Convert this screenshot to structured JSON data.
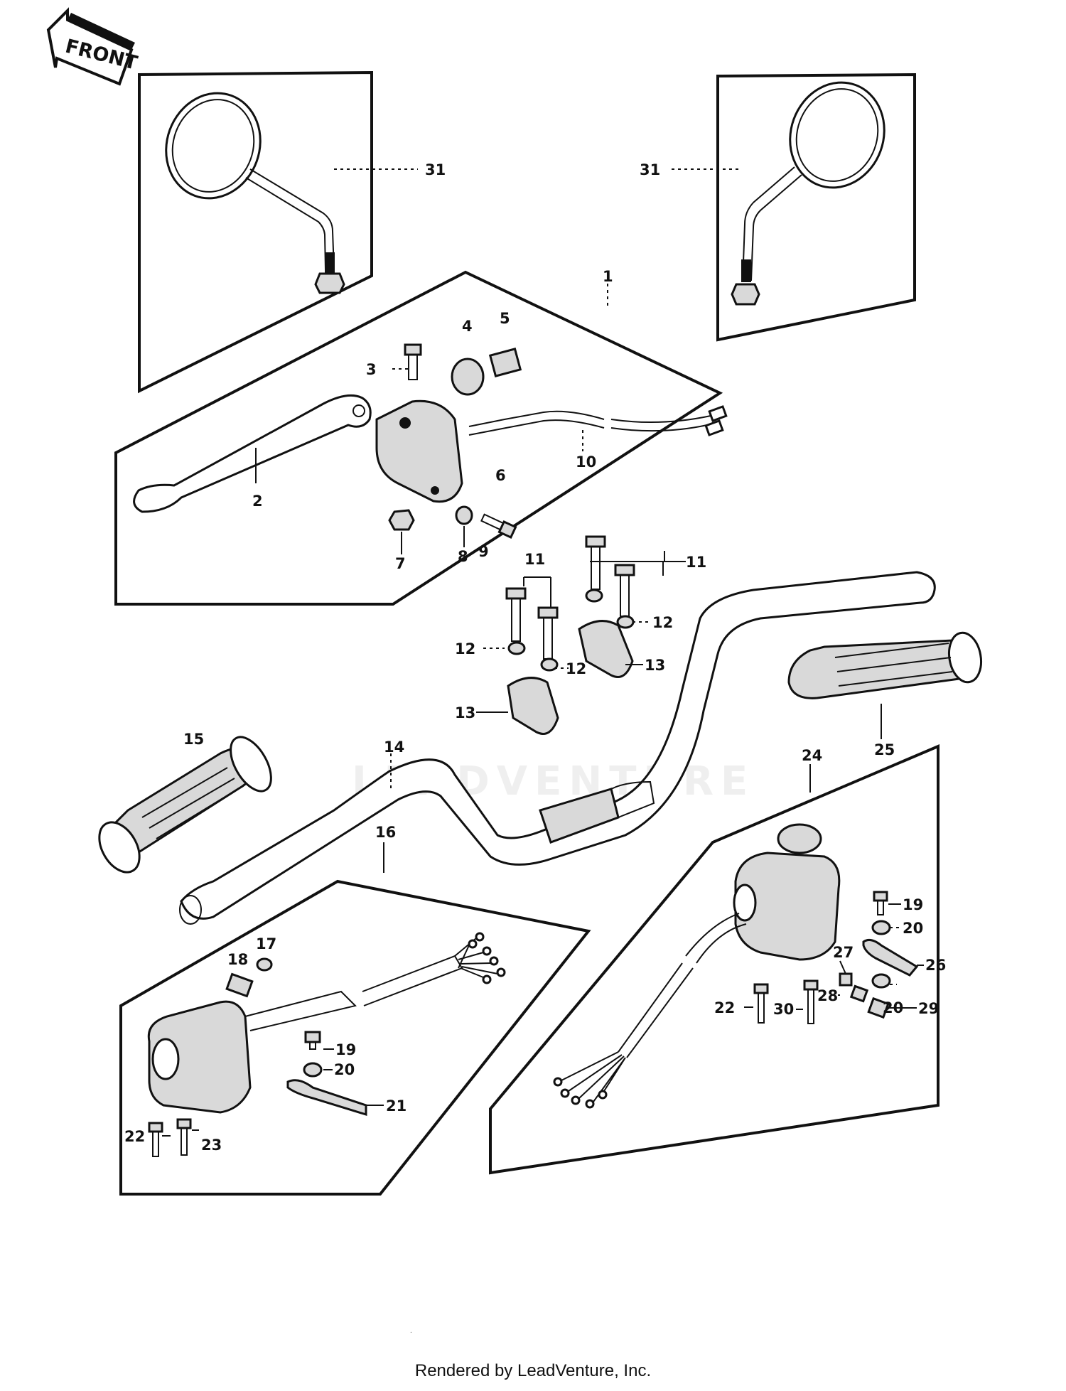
{
  "front_badge": "FRONT",
  "watermark": "LEADVENTURE",
  "footer": "Rendered by LeadVenture, Inc.",
  "labels": {
    "l1": "1",
    "l2": "2",
    "l3": "3",
    "l4": "4",
    "l5": "5",
    "l6": "6",
    "l7": "7",
    "l8": "8",
    "l9": "9",
    "l10": "10",
    "l11a": "11",
    "l11b": "11",
    "l12a": "12",
    "l12b": "12",
    "l12c": "12",
    "l13a": "13",
    "l13b": "13",
    "l14": "14",
    "l15": "15",
    "l16": "16",
    "l17": "17",
    "l18": "18",
    "l19a": "19",
    "l19b": "19",
    "l20a": "20",
    "l20b": "20",
    "l20c": "20",
    "l21": "21",
    "l22a": "22",
    "l22b": "22",
    "l23": "23",
    "l24": "24",
    "l25": "25",
    "l26": "26",
    "l27": "27",
    "l28": "28",
    "l29": "29",
    "l30": "30",
    "l31a": "31",
    "l31b": "31"
  }
}
